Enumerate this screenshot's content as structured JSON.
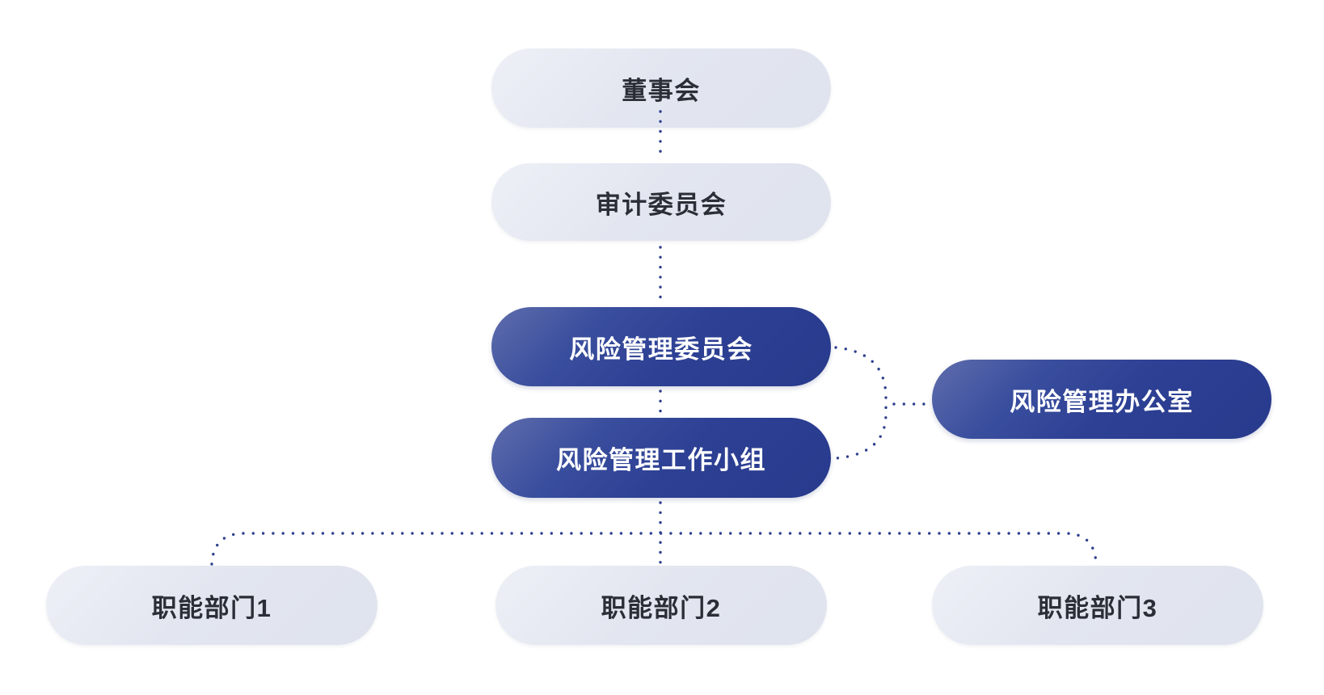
{
  "diagram": {
    "nodes": {
      "board": {
        "label": "董事会",
        "variant": "light"
      },
      "audit": {
        "label": "审计委员会",
        "variant": "light"
      },
      "committee": {
        "label": "风险管理委员会",
        "variant": "primary"
      },
      "workgroup": {
        "label": "风险管理工作小组",
        "variant": "primary"
      },
      "office": {
        "label": "风险管理办公室",
        "variant": "primary"
      },
      "dept1": {
        "label": "职能部门1",
        "variant": "light"
      },
      "dept2": {
        "label": "职能部门2",
        "variant": "light"
      },
      "dept3": {
        "label": "职能部门3",
        "variant": "light"
      }
    },
    "edges": [
      {
        "from": "board",
        "to": "audit",
        "style": "dotted"
      },
      {
        "from": "audit",
        "to": "committee",
        "style": "dotted"
      },
      {
        "from": "committee",
        "to": "workgroup",
        "style": "dotted"
      },
      {
        "from": "committee",
        "to": "office",
        "style": "dotted-bracket"
      },
      {
        "from": "workgroup",
        "to": "office",
        "style": "dotted-bracket"
      },
      {
        "from": "workgroup",
        "to": "dept1",
        "style": "dotted"
      },
      {
        "from": "workgroup",
        "to": "dept2",
        "style": "dotted"
      },
      {
        "from": "workgroup",
        "to": "dept3",
        "style": "dotted"
      }
    ],
    "colors": {
      "primary": "#2d4094",
      "primary_dark": "#283a8c",
      "primary_light": "#5f6dac",
      "light_fill": "#e3e6f0",
      "light_fill_highlight": "#eef0f7",
      "connector_dot": "#2e3f8e",
      "text_dark": "#2b2e36",
      "text_light": "#ffffff",
      "background": "#ffffff"
    }
  }
}
